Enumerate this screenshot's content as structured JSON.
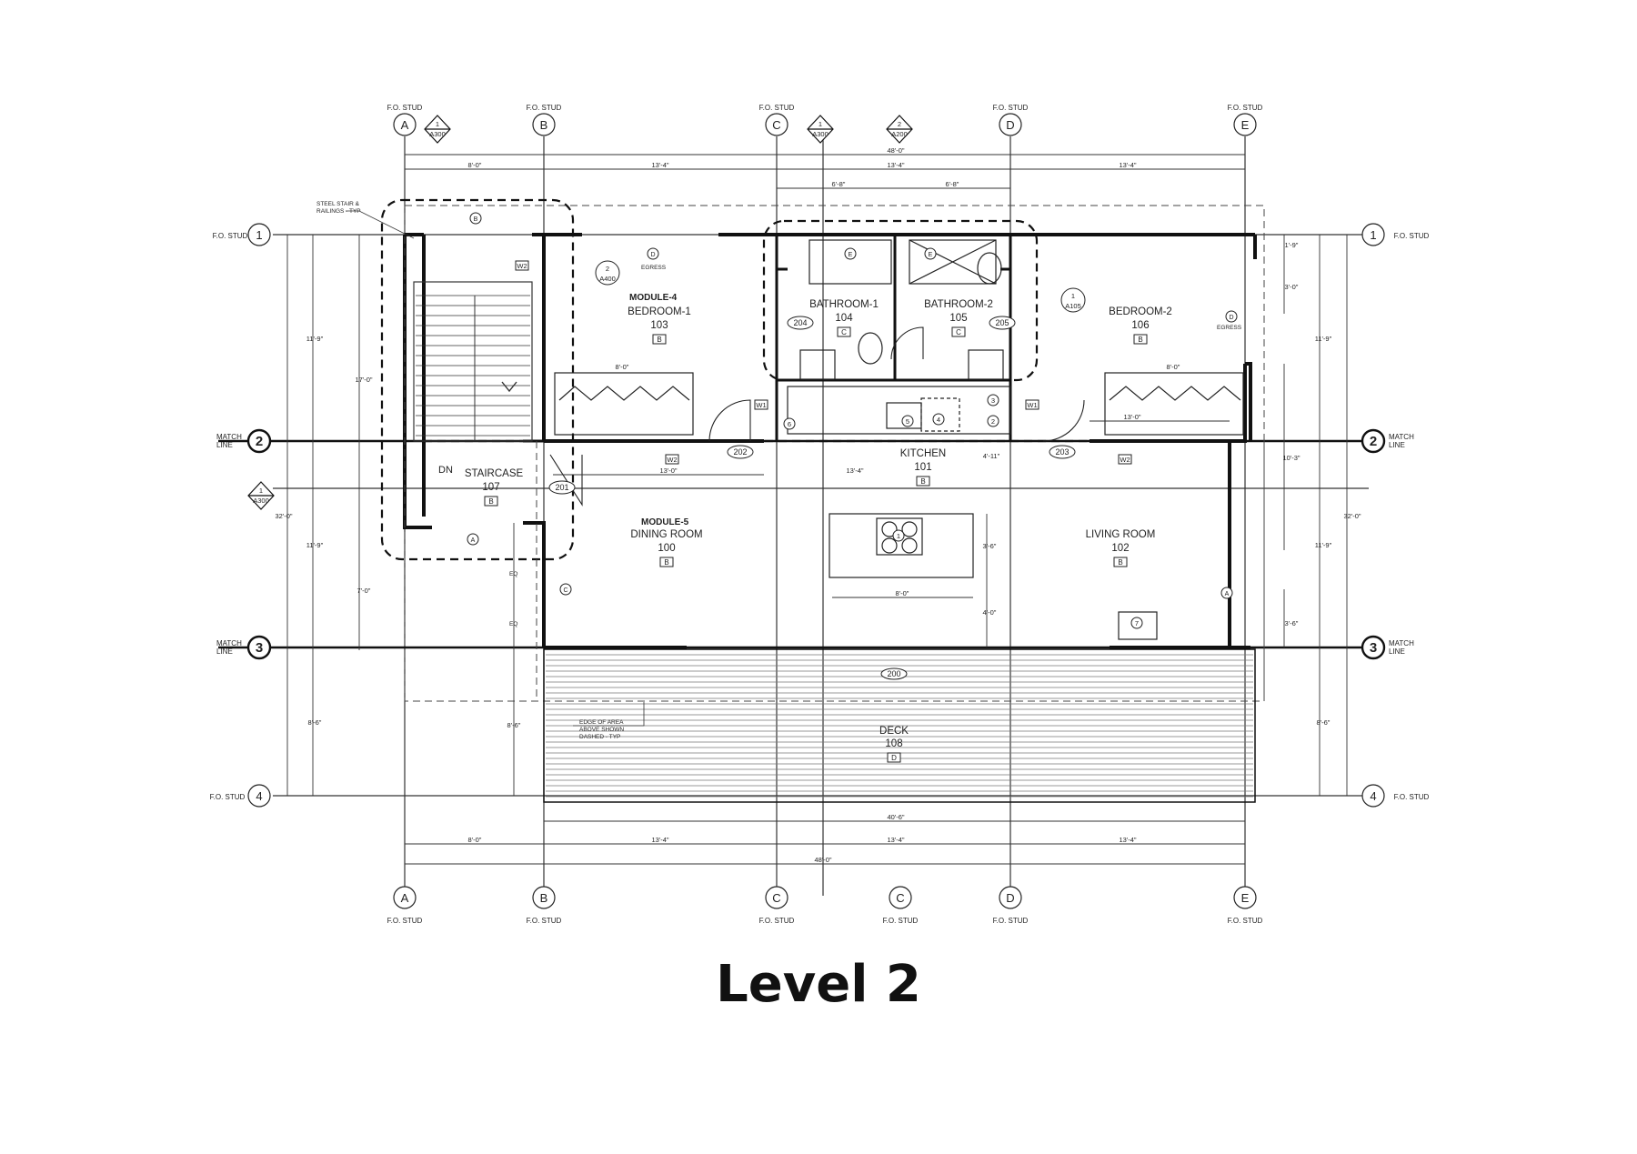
{
  "drawing": {
    "title": "Level 2",
    "fo_stud": "F.O. STUD",
    "match_line": [
      "MATCH",
      "LINE"
    ],
    "grid_cols": [
      "A",
      "B",
      "C",
      "D",
      "E"
    ],
    "grid_rows": [
      "1",
      "2",
      "3",
      "4"
    ],
    "bottom_extra_col": "C",
    "section_refs": [
      {
        "num": "1",
        "sheet": "A300"
      },
      {
        "num": "1",
        "sheet": "A300"
      },
      {
        "num": "2",
        "sheet": "A200"
      },
      {
        "num": "1",
        "sheet": "A300"
      }
    ],
    "detail_refs": [
      {
        "num": "2",
        "sheet": "A400"
      },
      {
        "num": "1",
        "sheet": "A105"
      }
    ],
    "notes": {
      "steel_stair": [
        "STEEL STAIR &",
        "RAILINGS - TYP"
      ],
      "edge_area": [
        "EDGE OF AREA",
        "ABOVE SHOWN",
        "DASHED - TYP"
      ],
      "egress": "EGRESS",
      "dn": "DN",
      "eq": "EQ"
    },
    "modules": [
      "MODULE-4",
      "MODULE-5"
    ],
    "rooms": [
      {
        "name": "BEDROOM-1",
        "number": "103",
        "tag": "B"
      },
      {
        "name": "BATHROOM-1",
        "number": "104",
        "tag": "C"
      },
      {
        "name": "BATHROOM-2",
        "number": "105",
        "tag": "C"
      },
      {
        "name": "BEDROOM-2",
        "number": "106",
        "tag": "B"
      },
      {
        "name": "STAIRCASE",
        "number": "107",
        "tag": "B"
      },
      {
        "name": "KITCHEN",
        "number": "101",
        "tag": "B"
      },
      {
        "name": "DINING ROOM",
        "number": "100",
        "tag": "B"
      },
      {
        "name": "LIVING ROOM",
        "number": "102",
        "tag": "B"
      },
      {
        "name": "DECK",
        "number": "108",
        "tag": "D"
      }
    ],
    "doors": [
      "200",
      "201",
      "202",
      "203",
      "204",
      "205"
    ],
    "window_tags": [
      "W2",
      "W1"
    ],
    "wall_tags": [
      "A",
      "B",
      "C",
      "D",
      "E"
    ],
    "keynotes": [
      "1",
      "2",
      "3",
      "4",
      "5",
      "6",
      "7"
    ],
    "dims": {
      "overall_width": "48'-0\"",
      "bay_ab": "8'-0\"",
      "bay": "13'-4\"",
      "bath_half": "6'-8\"",
      "overall_depth": "32'-0\"",
      "row12": "11'-9\"",
      "row34": "8'-6\"",
      "stair_depth": "17'-0\"",
      "left_low": "7'-0\"",
      "right_top_1": "1'-9\"",
      "right_top_2": "3'-0\"",
      "right_mid": "10'-3\"",
      "right_low": "3'-6\"",
      "closet": "8'-0\"",
      "corridor": "13'-0\"",
      "kitchen_w": "13'-4\"",
      "kitchen_side": "4'-11\"",
      "island_h": "3'-6\"",
      "island_w": "8'-0\"",
      "island_clear": "4'-0\"",
      "deck": "40'-6\""
    }
  }
}
